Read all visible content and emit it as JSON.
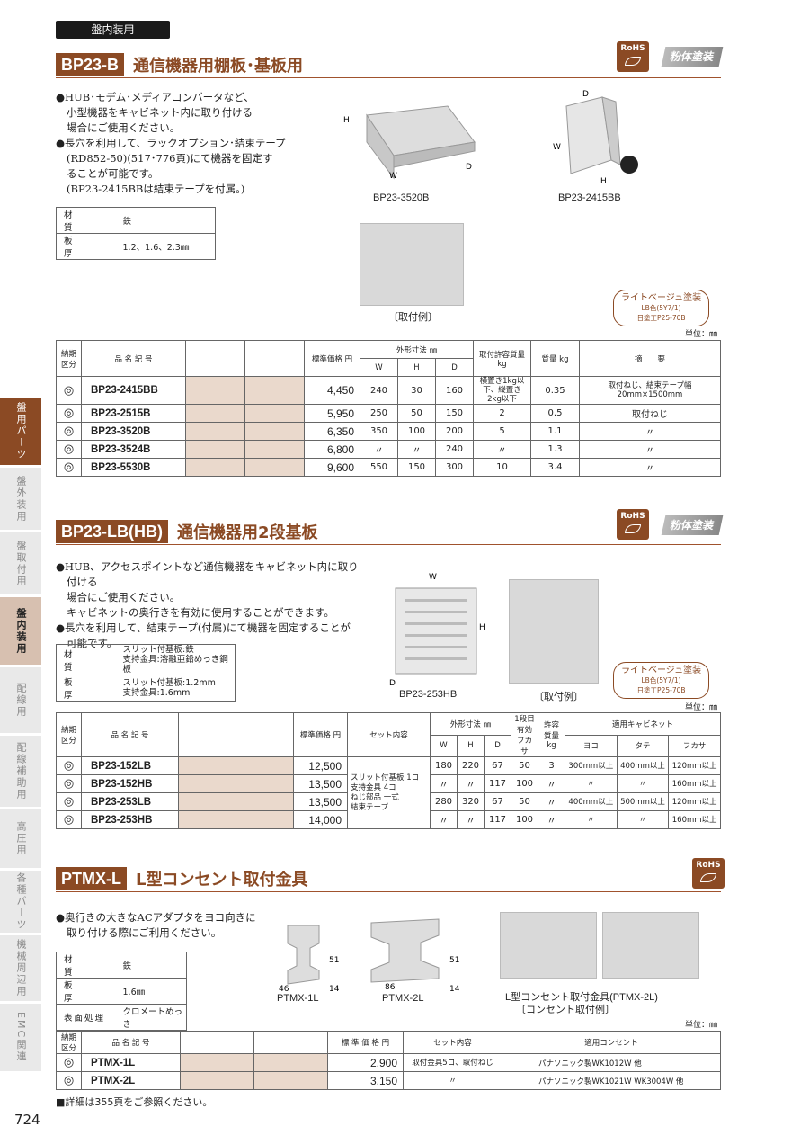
{
  "category": "盤内装用",
  "page_number": "724",
  "rohs": "RoHS",
  "powder": "粉体塗装",
  "unit": "単位：㎜",
  "sidebar": [
    "盤用パーツ",
    "盤外装用",
    "盤取付用",
    "盤内装用",
    "配線用",
    "配線補助用",
    "高圧用",
    "各種パーツ",
    "機械周辺用",
    "EMC関連"
  ],
  "s1": {
    "code": "BP23-B",
    "title": "通信機器用棚板･基板用",
    "bullets": [
      "●HUB･モデム･メディアコンバータなど、",
      "小型機器をキャビネット内に取り付ける",
      "場合にご使用ください。",
      "●長穴を利用して、ラックオプション･結束テープ",
      "(RD852-50)(517･776頁)にて機器を固定す",
      "ることが可能です。",
      "(BP23-2415BBは結束テープを付属。)"
    ],
    "spec": [
      [
        "材　　質",
        "鉄"
      ],
      [
        "板　　厚",
        "1.2、1.6、2.3㎜"
      ]
    ],
    "img1": "BP23-3520B",
    "img2": "BP23-2415BB",
    "img3": "〔取付例〕",
    "dims": {
      "h": "H",
      "w": "W",
      "d": "D"
    },
    "beige": {
      "main": "ライトベージュ塗装",
      "sub1": "LB色(5Y7/1)",
      "sub2": "日塗工P25-70B"
    },
    "hdr": {
      "kubun": "納期区分",
      "name": "品 名 記 号",
      "price": "標準価格 円",
      "size": "外形寸法 ㎜",
      "w": "W",
      "h": "H",
      "d": "D",
      "load": "取付許容質量 kg",
      "mass": "質量 kg",
      "note": "摘　　要"
    },
    "rows": [
      [
        "◎",
        "BP23-2415BB",
        "4,450",
        "240",
        "30",
        "160",
        "横置き1kg以下、縦置き2kg以下",
        "0.35",
        "取付ねじ、結束テープ幅20mm×1500mm"
      ],
      [
        "◎",
        "BP23-2515B",
        "5,950",
        "250",
        "50",
        "150",
        "2",
        "0.5",
        "取付ねじ"
      ],
      [
        "◎",
        "BP23-3520B",
        "6,350",
        "350",
        "100",
        "200",
        "5",
        "1.1",
        "〃"
      ],
      [
        "◎",
        "BP23-3524B",
        "6,800",
        "〃",
        "〃",
        "240",
        "〃",
        "1.3",
        "〃"
      ],
      [
        "◎",
        "BP23-5530B",
        "9,600",
        "550",
        "150",
        "300",
        "10",
        "3.4",
        "〃"
      ]
    ]
  },
  "s2": {
    "code": "BP23-LB(HB)",
    "title": "通信機器用2段基板",
    "bullets": [
      "●HUB、アクセスポイントなど通信機器をキャビネット内に取り付ける",
      "場合にご使用ください。",
      "キャビネットの奥行きを有効に使用することができます。",
      "●長穴を利用して、結束テープ(付属)にて機器を固定することが",
      "可能です。"
    ],
    "spec": [
      [
        "材　　質",
        "スリット付基板:鉄",
        "支持金具:溶融亜鉛めっき鋼板"
      ],
      [
        "板　　厚",
        "スリット付基板:1.2mm",
        "支持金具:1.6mm"
      ]
    ],
    "img1": "BP23-253HB",
    "img2": "〔取付例〕",
    "hdr": {
      "kubun": "納期区分",
      "name": "品 名 記 号",
      "price": "標準価格 円",
      "set": "セット内容",
      "size": "外形寸法 ㎜",
      "w": "W",
      "h": "H",
      "d": "D",
      "eff": "1段目有効フカサ",
      "mass": "許容質量kg",
      "cab": "適用キャビネット",
      "yoko": "ヨコ",
      "tate": "タテ",
      "fukasa": "フカサ"
    },
    "set": [
      "スリット付基板 1コ",
      "支持金具 4コ",
      "ねじ部品 一式",
      "結束テープ"
    ],
    "rows": [
      [
        "◎",
        "BP23-152LB",
        "12,500",
        "180",
        "220",
        "67",
        "50",
        "3",
        "300mm以上",
        "400mm以上",
        "120mm以上"
      ],
      [
        "◎",
        "BP23-152HB",
        "13,500",
        "〃",
        "〃",
        "117",
        "100",
        "〃",
        "〃",
        "〃",
        "160mm以上"
      ],
      [
        "◎",
        "BP23-253LB",
        "13,500",
        "280",
        "320",
        "67",
        "50",
        "〃",
        "400mm以上",
        "500mm以上",
        "120mm以上"
      ],
      [
        "◎",
        "BP23-253HB",
        "14,000",
        "〃",
        "〃",
        "117",
        "100",
        "〃",
        "〃",
        "〃",
        "160mm以上"
      ]
    ]
  },
  "s3": {
    "code": "PTMX-L",
    "title": "L型コンセント取付金具",
    "bullets": [
      "●奥行きの大きなACアダプタをヨコ向きに",
      "取り付ける際にご利用ください。"
    ],
    "spec": [
      [
        "材　　質",
        "鉄"
      ],
      [
        "板　　厚",
        "1.6㎜"
      ],
      [
        "表面処理",
        "クロメートめっき"
      ]
    ],
    "img1": "PTMX-1L",
    "img2": "PTMX-2L",
    "cap1": "L型コンセント取付金具(PTMX-2L)",
    "cap2": "〔コンセント取付例〕",
    "dim1": [
      "51",
      "46",
      "14"
    ],
    "dim2": [
      "51",
      "86",
      "14"
    ],
    "hdr": {
      "kubun": "納期区分",
      "name": "品 名 記 号",
      "price": "標 準 価 格 円",
      "set": "セット内容",
      "outlet": "適用コンセント"
    },
    "rows": [
      [
        "◎",
        "PTMX-1L",
        "2,900",
        "取付金具5コ、取付ねじ",
        "パナソニック製WK1012W 他"
      ],
      [
        "◎",
        "PTMX-2L",
        "3,150",
        "〃",
        "パナソニック製WK1021W WK3004W 他"
      ]
    ]
  },
  "footnote": "■詳細は355頁をご参照ください。"
}
